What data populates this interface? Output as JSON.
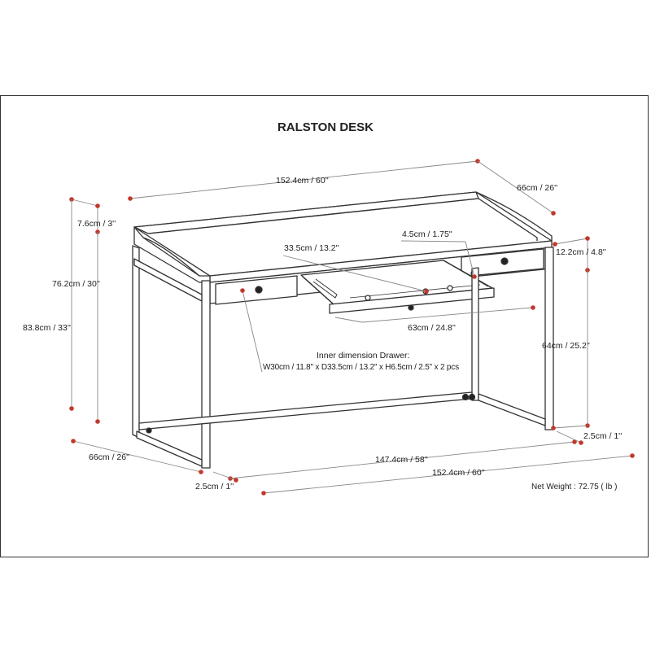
{
  "title": "RALSTON DESK",
  "accent_color": "#c0392b",
  "line_color": "#333333",
  "dimensions": {
    "top_width": "152.4cm / 60''",
    "top_depth": "66cm / 26''",
    "hutch_height": "7.6cm / 3''",
    "desk_height": "76.2cm / 30''",
    "total_height": "83.8cm / 33''",
    "drawer_height": "12.2cm / 4.8''",
    "drawer_depth": "33.5cm / 13.2''",
    "drawer_front": "4.5cm / 1.75''",
    "drawer_width": "63cm / 24.8''",
    "leg_clearance": "64cm / 25.2''",
    "leg_width_right": "2.5cm / 1''",
    "base_depth": "66cm / 26''",
    "inner_width": "147.4cm / 58''",
    "base_width": "152.4cm / 60''",
    "leg_width_left": "2.5cm / 1''"
  },
  "inner_dimension": {
    "heading": "Inner dimension Drawer:",
    "value": "W30cm / 11.8'' x D33.5cm / 13.2'' x H6.5cm / 2.5'' x 2 pcs"
  },
  "net_weight": "Net Weight : 72.75 ( lb )"
}
